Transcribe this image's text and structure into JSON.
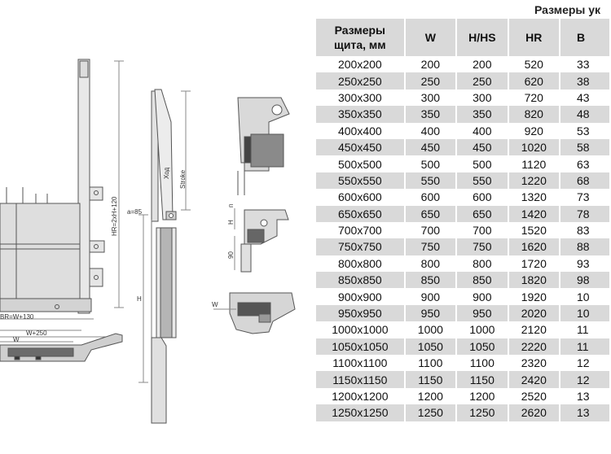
{
  "table": {
    "title": "Размеры ук",
    "headers": [
      "Размеры щита, мм",
      "W",
      "H/HS",
      "HR",
      "B"
    ],
    "header_line1": "Размеры",
    "header_line2": "щита, мм",
    "rows": [
      [
        "200x200",
        "200",
        "200",
        "520",
        "33"
      ],
      [
        "250x250",
        "250",
        "250",
        "620",
        "38"
      ],
      [
        "300x300",
        "300",
        "300",
        "720",
        "43"
      ],
      [
        "350x350",
        "350",
        "350",
        "820",
        "48"
      ],
      [
        "400x400",
        "400",
        "400",
        "920",
        "53"
      ],
      [
        "450x450",
        "450",
        "450",
        "1020",
        "58"
      ],
      [
        "500x500",
        "500",
        "500",
        "1120",
        "63"
      ],
      [
        "550x550",
        "550",
        "550",
        "1220",
        "68"
      ],
      [
        "600x600",
        "600",
        "600",
        "1320",
        "73"
      ],
      [
        "650x650",
        "650",
        "650",
        "1420",
        "78"
      ],
      [
        "700x700",
        "700",
        "700",
        "1520",
        "83"
      ],
      [
        "750x750",
        "750",
        "750",
        "1620",
        "88"
      ],
      [
        "800x800",
        "800",
        "800",
        "1720",
        "93"
      ],
      [
        "850x850",
        "850",
        "850",
        "1820",
        "98"
      ],
      [
        "900x900",
        "900",
        "900",
        "1920",
        "10"
      ],
      [
        "950x950",
        "950",
        "950",
        "2020",
        "10"
      ],
      [
        "1000x1000",
        "1000",
        "1000",
        "2120",
        "11"
      ],
      [
        "1050x1050",
        "1050",
        "1050",
        "2220",
        "11"
      ],
      [
        "1100x1100",
        "1100",
        "1100",
        "2320",
        "12"
      ],
      [
        "1150x1150",
        "1150",
        "1150",
        "2420",
        "12"
      ],
      [
        "1200x1200",
        "1200",
        "1200",
        "2520",
        "13"
      ],
      [
        "1250x1250",
        "1250",
        "1250",
        "2620",
        "13"
      ]
    ]
  },
  "drawing_labels": {
    "hr_formula": "HR=2xH+120",
    "br_formula": "BR=W+130",
    "w_plus": "W+250",
    "w": "W",
    "a": "a=85",
    "hod": "Ход",
    "stroke": "Stroke",
    "h": "H",
    "h_small": "H",
    "n": "п",
    "ninety": "90",
    "w_detail": "W"
  }
}
